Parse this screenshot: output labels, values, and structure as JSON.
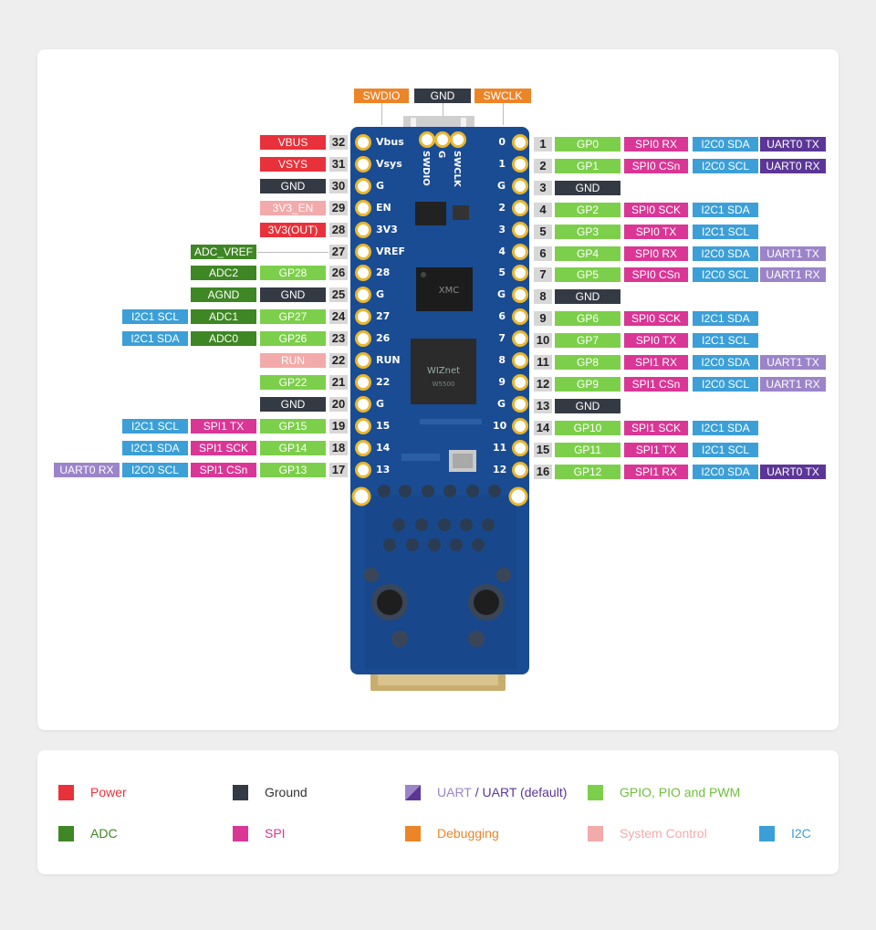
{
  "top_labels": [
    {
      "text": "SWDIO",
      "kind": "debug"
    },
    {
      "text": "GND",
      "kind": "ground"
    },
    {
      "text": "SWCLK",
      "kind": "debug"
    }
  ],
  "board_silk": {
    "header_pins": [
      "SWDIO",
      "G",
      "SWCLK"
    ],
    "left": [
      "Vbus",
      "Vsys",
      "G",
      "EN",
      "3V3",
      "VREF",
      "28",
      "G",
      "27",
      "26",
      "RUN",
      "22",
      "G",
      "15",
      "14",
      "13"
    ],
    "right": [
      "0",
      "1",
      "G",
      "2",
      "3",
      "4",
      "5",
      "G",
      "6",
      "7",
      "8",
      "9",
      "G",
      "10",
      "11",
      "12"
    ]
  },
  "left_pins": [
    {
      "num": "32",
      "labels": [
        {
          "text": "VBUS",
          "kind": "power"
        }
      ]
    },
    {
      "num": "31",
      "labels": [
        {
          "text": "VSYS",
          "kind": "power"
        }
      ]
    },
    {
      "num": "30",
      "labels": [
        {
          "text": "GND",
          "kind": "ground"
        }
      ]
    },
    {
      "num": "29",
      "labels": [
        {
          "text": "3V3_EN",
          "kind": "system"
        }
      ]
    },
    {
      "num": "28",
      "labels": [
        {
          "text": "3V3(OUT)",
          "kind": "power"
        }
      ]
    },
    {
      "num": "27",
      "labels": [
        {
          "text": "ADC_VREF",
          "kind": "adc",
          "wide": true
        }
      ]
    },
    {
      "num": "26",
      "labels": [
        {
          "text": "GP28",
          "kind": "gpio"
        },
        {
          "text": "ADC2",
          "kind": "adc"
        }
      ]
    },
    {
      "num": "25",
      "labels": [
        {
          "text": "GND",
          "kind": "ground"
        },
        {
          "text": "AGND",
          "kind": "adc"
        }
      ]
    },
    {
      "num": "24",
      "labels": [
        {
          "text": "GP27",
          "kind": "gpio"
        },
        {
          "text": "ADC1",
          "kind": "adc"
        },
        {
          "text": "I2C1 SCL",
          "kind": "i2c"
        }
      ]
    },
    {
      "num": "23",
      "labels": [
        {
          "text": "GP26",
          "kind": "gpio"
        },
        {
          "text": "ADC0",
          "kind": "adc"
        },
        {
          "text": "I2C1 SDA",
          "kind": "i2c"
        }
      ]
    },
    {
      "num": "22",
      "labels": [
        {
          "text": "RUN",
          "kind": "system"
        }
      ]
    },
    {
      "num": "21",
      "labels": [
        {
          "text": "GP22",
          "kind": "gpio"
        }
      ]
    },
    {
      "num": "20",
      "labels": [
        {
          "text": "GND",
          "kind": "ground"
        }
      ]
    },
    {
      "num": "19",
      "labels": [
        {
          "text": "GP15",
          "kind": "gpio"
        },
        {
          "text": "SPI1 TX",
          "kind": "spi"
        },
        {
          "text": "I2C1 SCL",
          "kind": "i2c"
        }
      ]
    },
    {
      "num": "18",
      "labels": [
        {
          "text": "GP14",
          "kind": "gpio"
        },
        {
          "text": "SPI1 SCK",
          "kind": "spi"
        },
        {
          "text": "I2C1 SDA",
          "kind": "i2c"
        }
      ]
    },
    {
      "num": "17",
      "labels": [
        {
          "text": "GP13",
          "kind": "gpio"
        },
        {
          "text": "SPI1 CSn",
          "kind": "spi"
        },
        {
          "text": "I2C0 SCL",
          "kind": "i2c"
        },
        {
          "text": "UART0 RX",
          "kind": "uart_alt"
        }
      ]
    }
  ],
  "right_pins": [
    {
      "num": "1",
      "labels": [
        {
          "text": "GP0",
          "kind": "gpio"
        },
        {
          "text": "SPI0 RX",
          "kind": "spi"
        },
        {
          "text": "I2C0 SDA",
          "kind": "i2c"
        },
        {
          "text": "UART0 TX",
          "kind": "uart"
        }
      ]
    },
    {
      "num": "2",
      "labels": [
        {
          "text": "GP1",
          "kind": "gpio"
        },
        {
          "text": "SPI0 CSn",
          "kind": "spi"
        },
        {
          "text": "I2C0 SCL",
          "kind": "i2c"
        },
        {
          "text": "UART0 RX",
          "kind": "uart"
        }
      ]
    },
    {
      "num": "3",
      "labels": [
        {
          "text": "GND",
          "kind": "ground"
        }
      ]
    },
    {
      "num": "4",
      "labels": [
        {
          "text": "GP2",
          "kind": "gpio"
        },
        {
          "text": "SPI0 SCK",
          "kind": "spi"
        },
        {
          "text": "I2C1 SDA",
          "kind": "i2c"
        }
      ]
    },
    {
      "num": "5",
      "labels": [
        {
          "text": "GP3",
          "kind": "gpio"
        },
        {
          "text": "SPI0 TX",
          "kind": "spi"
        },
        {
          "text": "I2C1 SCL",
          "kind": "i2c"
        }
      ]
    },
    {
      "num": "6",
      "labels": [
        {
          "text": "GP4",
          "kind": "gpio"
        },
        {
          "text": "SPI0 RX",
          "kind": "spi"
        },
        {
          "text": "I2C0 SDA",
          "kind": "i2c"
        },
        {
          "text": "UART1 TX",
          "kind": "uart_alt"
        }
      ]
    },
    {
      "num": "7",
      "labels": [
        {
          "text": "GP5",
          "kind": "gpio"
        },
        {
          "text": "SPI0 CSn",
          "kind": "spi"
        },
        {
          "text": "I2C0 SCL",
          "kind": "i2c"
        },
        {
          "text": "UART1 RX",
          "kind": "uart_alt"
        }
      ]
    },
    {
      "num": "8",
      "labels": [
        {
          "text": "GND",
          "kind": "ground"
        }
      ]
    },
    {
      "num": "9",
      "labels": [
        {
          "text": "GP6",
          "kind": "gpio"
        },
        {
          "text": "SPI0 SCK",
          "kind": "spi"
        },
        {
          "text": "I2C1 SDA",
          "kind": "i2c"
        }
      ]
    },
    {
      "num": "10",
      "labels": [
        {
          "text": "GP7",
          "kind": "gpio"
        },
        {
          "text": "SPI0 TX",
          "kind": "spi"
        },
        {
          "text": "I2C1 SCL",
          "kind": "i2c"
        }
      ]
    },
    {
      "num": "11",
      "labels": [
        {
          "text": "GP8",
          "kind": "gpio"
        },
        {
          "text": "SPI1 RX",
          "kind": "spi"
        },
        {
          "text": "I2C0 SDA",
          "kind": "i2c"
        },
        {
          "text": "UART1 TX",
          "kind": "uart_alt"
        }
      ]
    },
    {
      "num": "12",
      "labels": [
        {
          "text": "GP9",
          "kind": "gpio"
        },
        {
          "text": "SPI1 CSn",
          "kind": "spi"
        },
        {
          "text": "I2C0 SCL",
          "kind": "i2c"
        },
        {
          "text": "UART1 RX",
          "kind": "uart_alt"
        }
      ]
    },
    {
      "num": "13",
      "labels": [
        {
          "text": "GND",
          "kind": "ground"
        }
      ]
    },
    {
      "num": "14",
      "labels": [
        {
          "text": "GP10",
          "kind": "gpio"
        },
        {
          "text": "SPI1 SCK",
          "kind": "spi"
        },
        {
          "text": "I2C1 SDA",
          "kind": "i2c"
        }
      ]
    },
    {
      "num": "15",
      "labels": [
        {
          "text": "GP11",
          "kind": "gpio"
        },
        {
          "text": "SPI1 TX",
          "kind": "spi"
        },
        {
          "text": "I2C1 SCL",
          "kind": "i2c"
        }
      ]
    },
    {
      "num": "16",
      "labels": [
        {
          "text": "GP12",
          "kind": "gpio"
        },
        {
          "text": "SPI1 RX",
          "kind": "spi"
        },
        {
          "text": "I2C0 SDA",
          "kind": "i2c"
        },
        {
          "text": "UART0 TX",
          "kind": "uart"
        }
      ]
    }
  ],
  "colors": {
    "power": "#e8313a",
    "ground": "#343a44",
    "system": "#f3aaaa",
    "adc": "#3f8624",
    "gpio": "#7ccf4a",
    "spi": "#d93696",
    "i2c": "#3c9fd7",
    "uart": "#5b3696",
    "uart_alt": "#9c84c9",
    "debug": "#ec8528",
    "board": "#1a4c93"
  },
  "legend": [
    {
      "kind": "power",
      "label": "Power",
      "text_color": "#e8313a"
    },
    {
      "kind": "ground",
      "label": "Ground",
      "text_color": "#333333"
    },
    {
      "kind": "uart_split",
      "label_a": "UART",
      "sep": " / ",
      "label_b": "UART (default)",
      "text_color_a": "#9c84c9",
      "text_color_b": "#5b3696"
    },
    {
      "kind": "gpio",
      "label": "GPIO, PIO and PWM",
      "text_color": "#6fbf3d"
    },
    {
      "kind": "adc",
      "label": "ADC",
      "text_color": "#3f8624"
    },
    {
      "kind": "spi",
      "label": "SPI",
      "text_color": "#d93696"
    },
    {
      "kind": "debug",
      "label": "Debugging",
      "text_color": "#ec8528"
    },
    {
      "kind": "system",
      "label": "System Control",
      "text_color": "#f3aaaa"
    },
    {
      "kind": "i2c",
      "label": "I2C",
      "text_color": "#3c9fd7"
    }
  ]
}
